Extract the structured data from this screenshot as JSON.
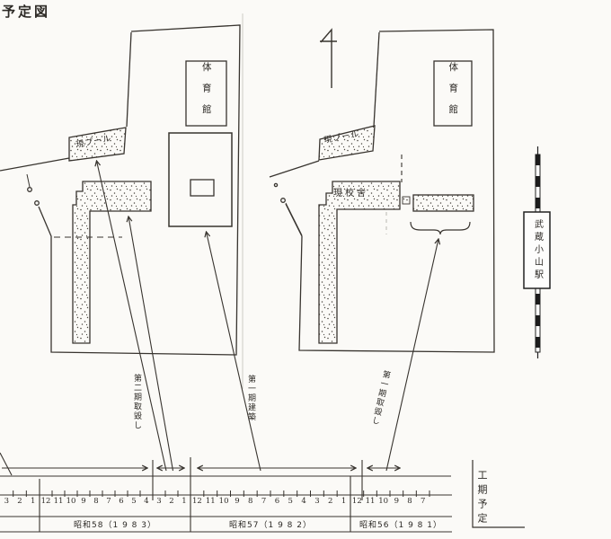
{
  "title": "予定図",
  "plans": {
    "left": {
      "gym_label": "体育館",
      "pool_label": "現プール"
    },
    "right": {
      "gym_label": "体育館",
      "pool_label": "現プール",
      "school_label": "現校舎"
    }
  },
  "station": {
    "name": "武蔵小山駅"
  },
  "annotations": {
    "phase2_demolition": "第二期取毀し",
    "phase1_construction": "第一期建築",
    "phase1_demolition": "第一期取毀し"
  },
  "timeline": {
    "title": "工期予定",
    "sections": [
      {
        "year_label": "",
        "months": [
          "3",
          "2",
          "1"
        ]
      },
      {
        "year_label": "昭和58（1 9 8 3）",
        "months": [
          "12",
          "11",
          "10",
          "9",
          "8",
          "7",
          "6",
          "5",
          "4",
          "3",
          "2",
          "1"
        ]
      },
      {
        "year_label": "昭和57（1 9 8 2）",
        "months": [
          "12",
          "11",
          "10",
          "9",
          "8",
          "7",
          "6",
          "5",
          "4",
          "3",
          "2",
          "1"
        ]
      },
      {
        "year_label": "昭和56（1 9 8 1）",
        "months": [
          "12",
          "11",
          "10",
          "9",
          "8",
          "7"
        ]
      }
    ]
  },
  "colors": {
    "ink": "#38342f",
    "paper": "#fbfaf7"
  }
}
